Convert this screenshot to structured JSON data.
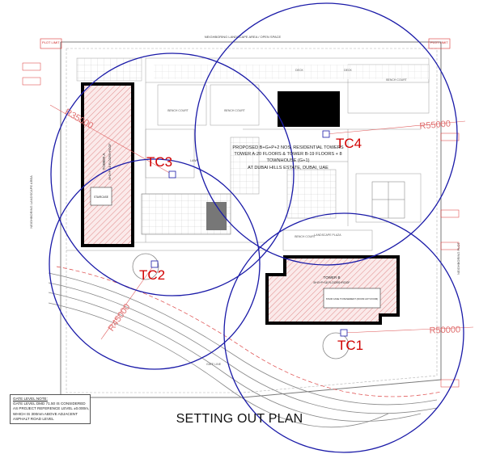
{
  "title": "SETTING OUT PLAN",
  "project": {
    "line1": "PROPOSED B+G+P+2 NOS. RESIDENTIAL TOWERS",
    "line2": "TOWER A-20 FLOORS & TOWER B-19 FLOORS + 8",
    "line3": "TOWNHOUSE (G+1)",
    "line4": "AT DUBAI HILLS ESTATE, DUBAI, UAE"
  },
  "cranes": [
    {
      "id": "tc1",
      "label": "TC1",
      "radius_label": "R50000"
    },
    {
      "id": "tc2",
      "label": "TC2",
      "radius_label": "R45000"
    },
    {
      "id": "tc3",
      "label": "TC3",
      "radius_label": "R35000"
    },
    {
      "id": "tc4",
      "label": "TC4",
      "radius_label": "R55000"
    }
  ],
  "buildings": {
    "tower_a": {
      "name": "TOWER A",
      "sub": "B+G+P+18 FLOORS+ROOF"
    },
    "tower_b": {
      "name": "TOWER B",
      "sub": "B+G+P+18 FLOORS+ROOF"
    },
    "staircase_a": "STAIRCASE",
    "staircase_b": "STAIR CASE TO BASEMENT (ROOM LIFT ROOM)"
  },
  "labels": {
    "top_road": "NEIGHBORING LANDSCAPE AREA / OPEN SPACE",
    "left_road": "NEIGHBORING LANDSCAPE AREA",
    "right_road": "NEIGHBORING PLOT",
    "plot_limit": "PLOT LIMIT",
    "deck": "DECK",
    "lawn": "LAWN",
    "bench_court": "BENCH COURT",
    "landscape_plaza": "LANDSCAPE PLAZA",
    "gate_line": "GATE LINE"
  },
  "gate_note": {
    "heading": "GATE LEVEL NOTE:",
    "lines": [
      "GATE LEVEL DMD 71.50 IS CONSIDERED",
      "AS PROJECT REFERENCE LEVEL ±0.000m,",
      "WHICH IS 300mm ABOVE ADJACENT",
      "ASPHALT ROAD LEVEL"
    ]
  },
  "colors": {
    "crane_circle": "#1a1aa8",
    "crane_label": "#d10000",
    "linework": "#8a8a8a",
    "building_outline": "#000000",
    "hatch": "#e8b4b4",
    "dimension": "#e06060"
  }
}
